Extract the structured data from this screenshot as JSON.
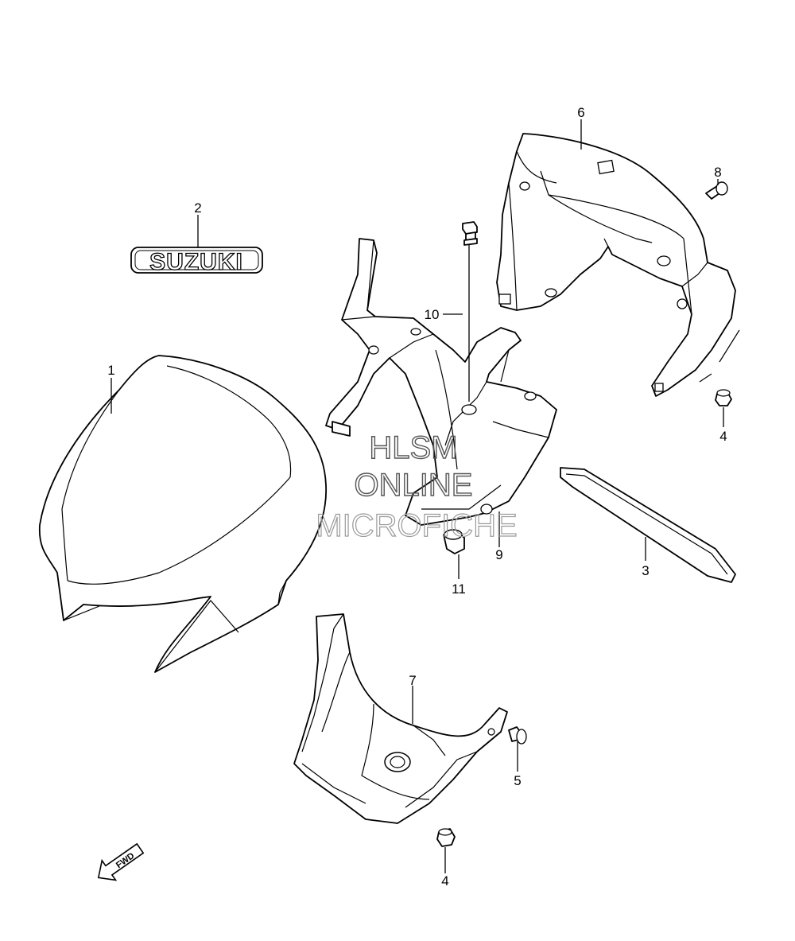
{
  "callouts": {
    "p1": "1",
    "p2": "2",
    "p3": "3",
    "p4a": "4",
    "p4b": "4",
    "p5": "5",
    "p6": "6",
    "p7": "7",
    "p8": "8",
    "p9": "9",
    "p10": "10",
    "p11": "11"
  },
  "emblem_text": "SUZUKI",
  "watermark": {
    "line1": "HLSM",
    "line2": "ONLINE",
    "line3": "MICROFICHE"
  },
  "fwd_arrow_text": "FWD"
}
